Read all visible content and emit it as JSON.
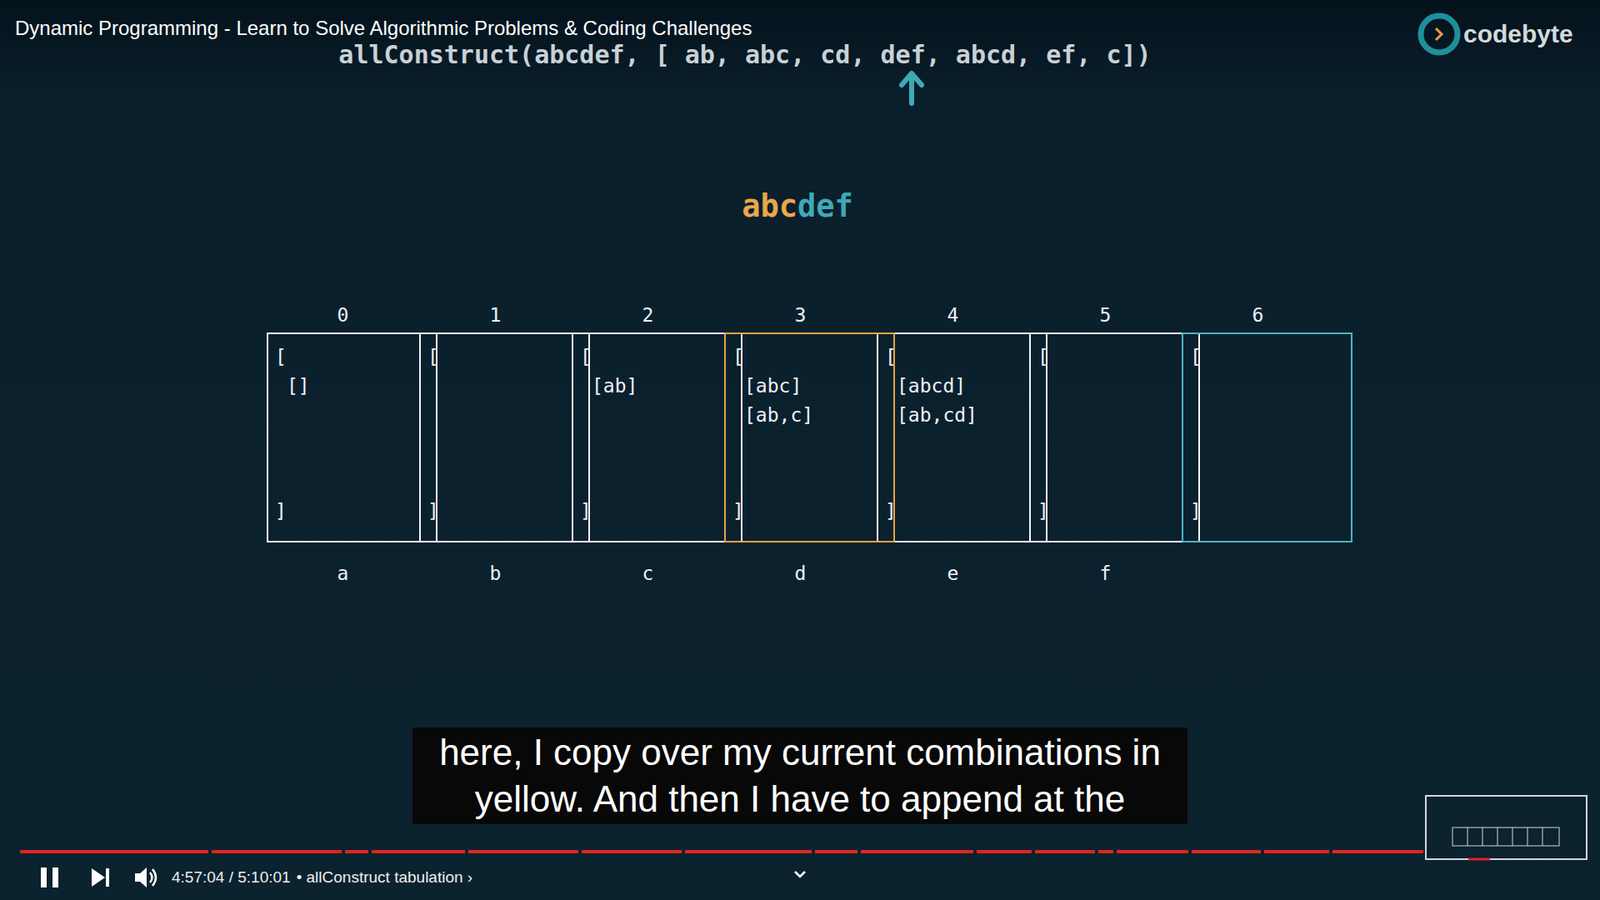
{
  "diagram": {
    "title": "Dynamic Programming - Learn to Solve Algorithmic Problems & Coding Challenges",
    "caption": "here, I copy over my current combinations in yellow. And then I have to append at the",
    "nodes": [
      {
        "text": [
          "[",
          "[]",
          "]"
        ]
      },
      {
        "text": [
          "[",
          "]"
        ]
      },
      {
        "text": [
          "[",
          "[ab]",
          "]"
        ]
      },
      {
        "text": [
          "[",
          "[abc]",
          "[ab,c]",
          "]"
        ]
      },
      {
        "text": [
          "[",
          "[abcd]",
          "[ab,cd]",
          "]"
        ]
      },
      {
        "text": [
          "[",
          "]"
        ]
      },
      {
        "text": [
          "[",
          "]"
        ]
      }
    ],
    "labels": [
      "allConstruct(abcdef, [ ab, abc, cd, def, abcd, ef, c])",
      "abc",
      "def",
      "0",
      "1",
      "2",
      "3",
      "4",
      "5",
      "6",
      "a",
      "b",
      "c",
      "d",
      "e",
      "f",
      "codebyte",
      "4:57:04 / 5:10:01",
      "• allConstruct tabulation ›"
    ]
  }
}
